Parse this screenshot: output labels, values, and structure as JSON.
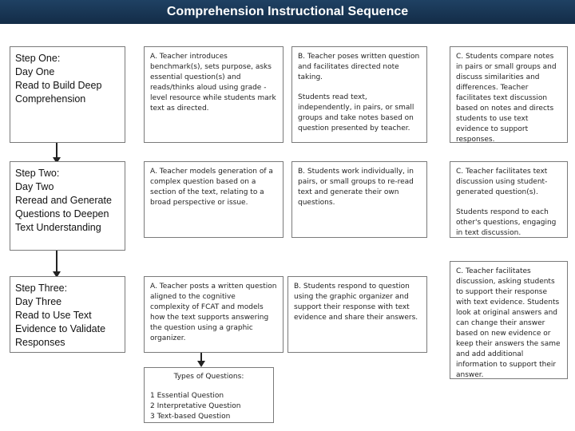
{
  "title": "Comprehension Instructional Sequence",
  "steps": [
    {
      "heading": "Step One:\nDay One\nRead to Build Deep Comprehension",
      "a": "A. Teacher introduces benchmark(s), sets purpose, asks essential question(s) and reads/thinks aloud using grade -level resource while students mark text as directed.",
      "b": [
        "B. Teacher poses written question and facilitates directed note taking.",
        "Students read text, independently, in pairs, or small groups and take notes based on question presented by teacher."
      ],
      "c": [
        "C. Students compare notes in pairs or small groups and discuss similarities and differences. Teacher facilitates text discussion based on notes and directs students to use text evidence to support responses."
      ]
    },
    {
      "heading": "Step Two:\nDay Two\nReread and Generate Questions to Deepen Text Understanding",
      "a": "A. Teacher models generation of a complex question based on a section of the text, relating to a broad perspective or issue.",
      "b": [
        "B. Students work individually, in pairs, or small groups to re-read text and generate their own questions."
      ],
      "c": [
        "C. Teacher facilitates text discussion using student-generated question(s).",
        "Students respond to each other's questions, engaging in text discussion."
      ]
    },
    {
      "heading": "Step Three:\nDay Three\nRead to Use Text Evidence to Validate Responses",
      "a": "A. Teacher posts a written question aligned to the cognitive complexity of FCAT and models how the text supports answering the question using a graphic organizer.",
      "b": [
        "B. Students respond to question using the graphic organizer and support their response with text evidence and share their answers."
      ],
      "c": [
        "C. Teacher facilitates discussion, asking students to support their response with text evidence. Students look at original answers and can change their answer based on new evidence or keep their answers the same and add additional information to support their answer."
      ]
    }
  ],
  "types_box": {
    "heading": "Types of Questions:",
    "items": [
      "1 Essential Question",
      "2 Interpretative Question",
      "3 Text-based Question"
    ]
  }
}
